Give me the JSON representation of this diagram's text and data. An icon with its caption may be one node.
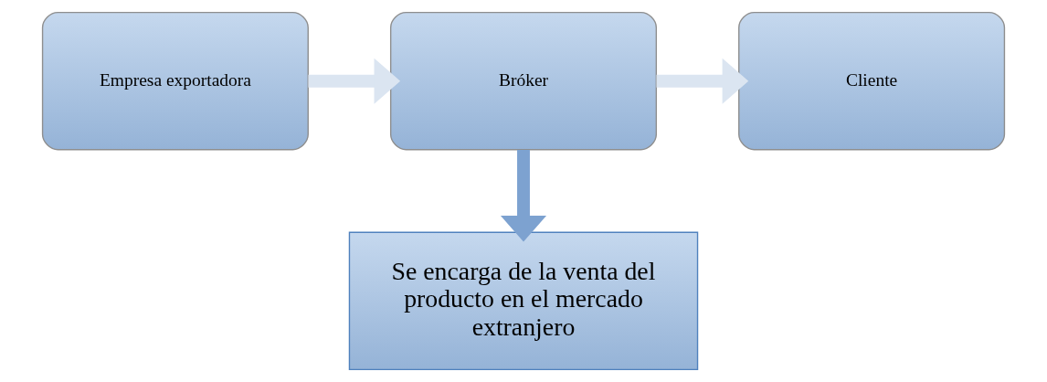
{
  "diagram": {
    "nodes": [
      {
        "text": [
          "Empresa exportadora"
        ]
      },
      {
        "text": [
          "Bróker"
        ]
      },
      {
        "text": [
          "Cliente"
        ]
      },
      {
        "text": [
          "Se encarga de la venta del producto en el mercado extranjero"
        ]
      }
    ],
    "edges": [
      {
        "from": 0,
        "to": 1,
        "arrow": "to"
      },
      {
        "from": 1,
        "to": 2,
        "arrow": "to"
      },
      {
        "from": 1,
        "to": 3,
        "arrow": "to",
        "color": "#7da2d0"
      }
    ]
  }
}
